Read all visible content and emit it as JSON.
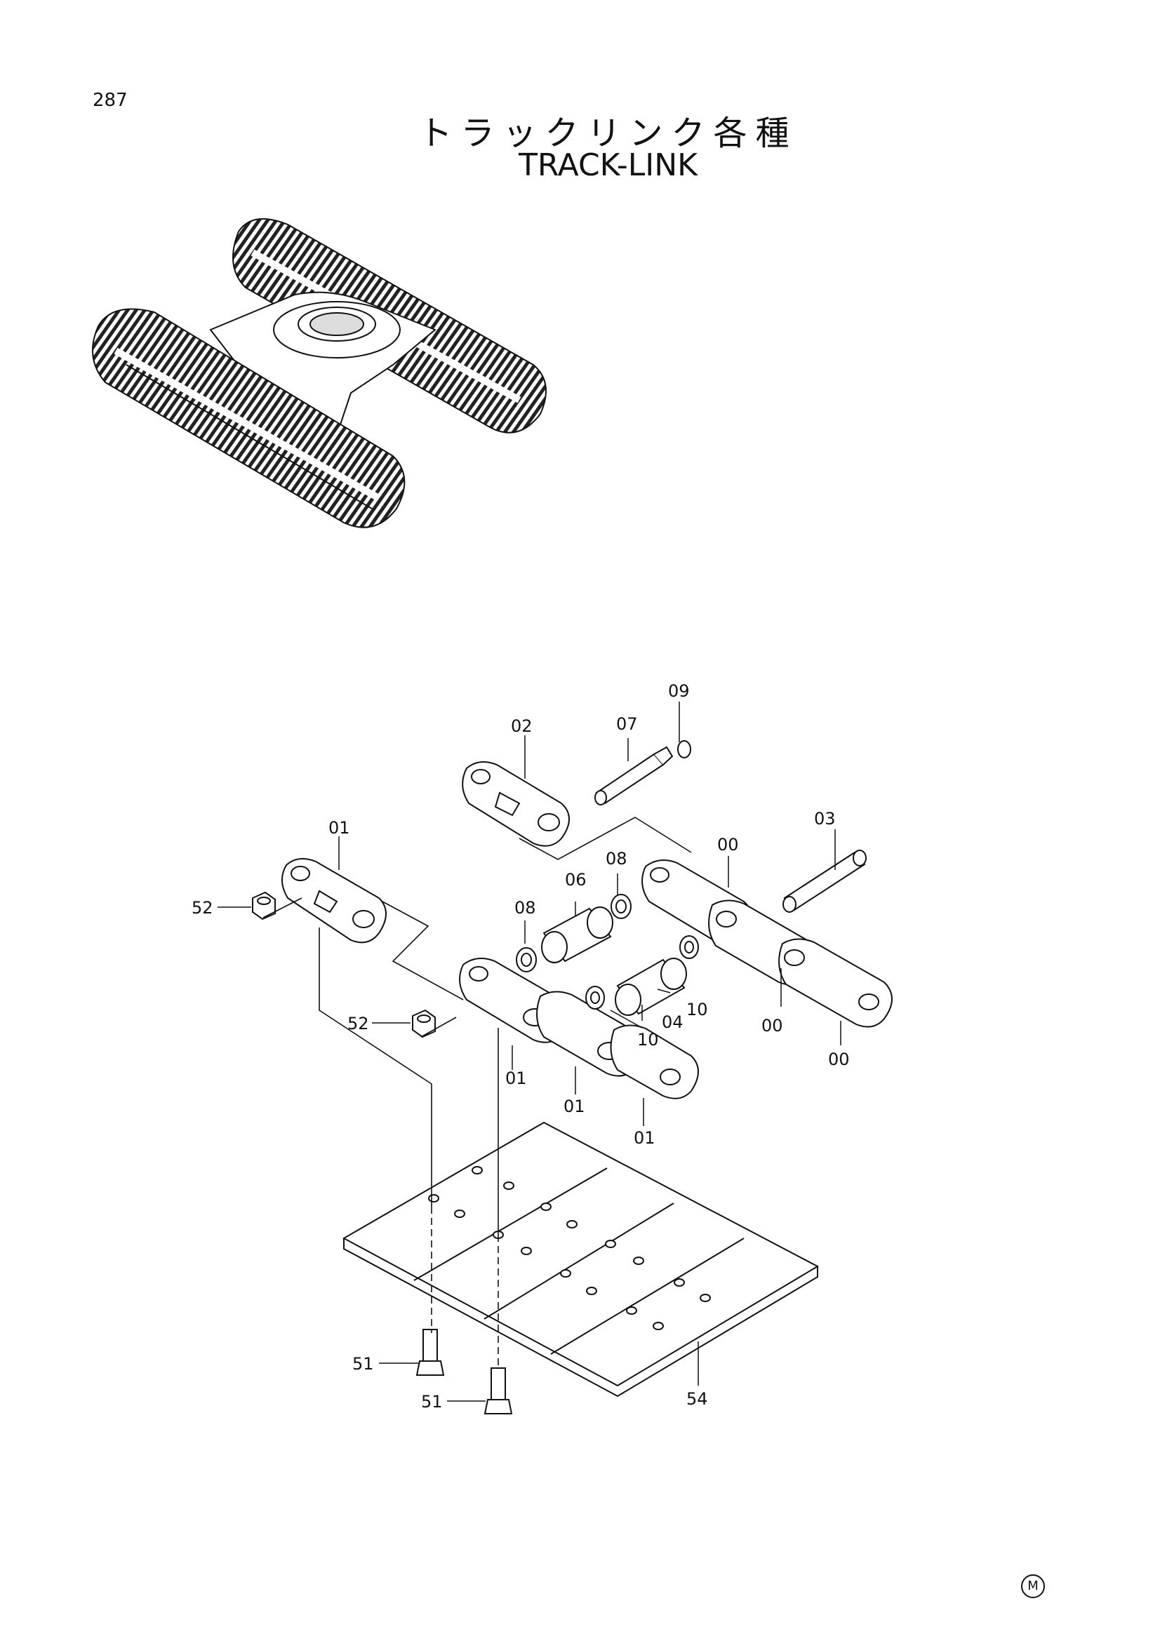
{
  "page": {
    "number": "287"
  },
  "title": {
    "japanese": "トラックリンク各種",
    "english": "TRACK-LINK"
  },
  "callouts": {
    "c00a": "00",
    "c00b": "00",
    "c00c": "00",
    "c01a": "01",
    "c01b": "01",
    "c01c": "01",
    "c01d": "01",
    "c02": "02",
    "c03": "03",
    "c04": "04",
    "c06": "06",
    "c07": "07",
    "c08a": "08",
    "c08b": "08",
    "c09": "09",
    "c10a": "10",
    "c10b": "10",
    "c51a": "51",
    "c51b": "51",
    "c52a": "52",
    "c52b": "52",
    "c54": "54"
  },
  "footer": {
    "mark": "M"
  }
}
